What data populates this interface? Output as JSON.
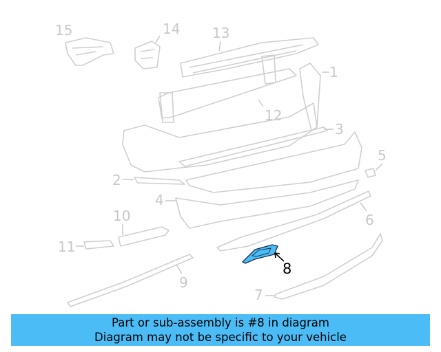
{
  "diagram": {
    "callouts": [
      "1",
      "2",
      "3",
      "4",
      "5",
      "6",
      "7",
      "8",
      "9",
      "10",
      "11",
      "12",
      "13",
      "14",
      "15"
    ],
    "highlighted_part": "8",
    "highlight_color": "#4cbcf6",
    "line_color": "#cfcfcf"
  },
  "banner": {
    "line1": "Part or sub-assembly is #8 in diagram",
    "line2": "Diagram may not be specific to your vehicle",
    "background": "#4cbcf6"
  }
}
